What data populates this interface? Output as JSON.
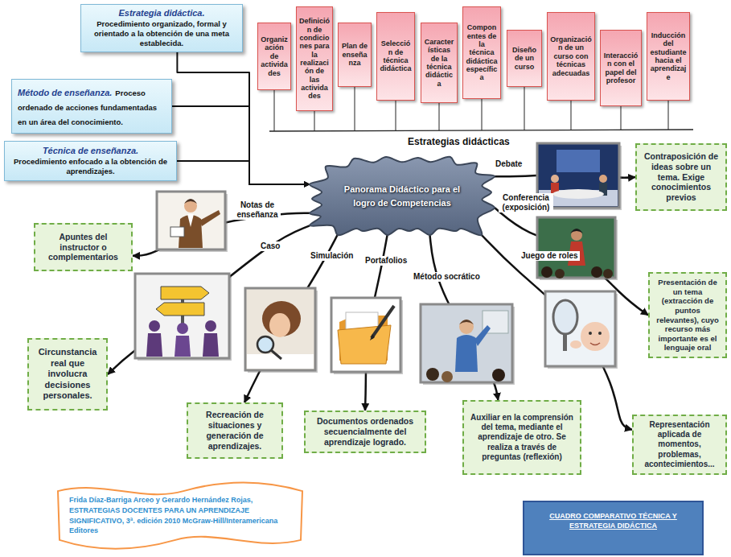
{
  "diagram": {
    "nodes": [
      {
        "text": [
          "Estrategia didáctica.",
          "Procedimiento organizado, formal y orientado a la obtención de una meta establecida."
        ]
      },
      {
        "text": [
          "Método de enseñanza.",
          "Proceso ordenado de acciones fundamentadas en un área del conocimiento."
        ]
      },
      {
        "text": [
          "Técnica de enseñanza.",
          "Procedimiento enfocado a la obtención de aprendizajes."
        ]
      },
      {
        "text": [
          "Organización de actividades"
        ]
      },
      {
        "text": [
          "Definición de condiciones para la realización de las actividades"
        ]
      },
      {
        "text": [
          "Plan de enseñanza"
        ]
      },
      {
        "text": [
          "Selección de técnica didáctica"
        ]
      },
      {
        "text": [
          "Características de la técnica didáctica"
        ]
      },
      {
        "text": [
          "Componentes de la técnica didáctica específica"
        ]
      },
      {
        "text": [
          "Diseño de un curso"
        ]
      },
      {
        "text": [
          "Organización de un curso con técnicas adecuadas"
        ]
      },
      {
        "text": [
          "Interacción con el papel del profesor"
        ]
      },
      {
        "text": [
          "Inducción del estudiante hacia el aprendizaje"
        ]
      },
      {
        "text": [
          "Panorama Didáctico para el logro de Competencias"
        ]
      },
      {
        "text": [
          "Apuntes del instructor o complementarios"
        ]
      },
      {
        "text": [
          "Contraposición de ideas sobre un tema. Exige conocimientos previos"
        ]
      },
      {
        "text": [
          "Presentación de un tema (extracción de puntos relevantes), cuyo recurso más importante es el lenguaje oral"
        ]
      },
      {
        "text": [
          "Circunstancia real que involucra decisiones personales."
        ]
      },
      {
        "text": [
          "Recreación de situaciones y generación de aprendizajes."
        ]
      },
      {
        "text": [
          "Documentos ordenados secuencialmente del aprendizaje logrado."
        ]
      },
      {
        "text": [
          "Auxiliar en la comprensión del tema, mediante el aprendizaje de otro. Se realiza a través de preguntas (reflexión)"
        ]
      },
      {
        "text": [
          "Representación aplicada de momentos, problemas, acontecimientos..."
        ]
      },
      {
        "text": [
          "Frida Díaz-Barriga Arceo y Gerardo Hernández Rojas, ESTRATEGIAS DOCENTES PARA UN APRENDIZAJE SIGNIFICATIVO, 3ª. edición 2010 McGraw-Hill/Interamericana Editores"
        ]
      },
      {
        "text": [
          "CUADRO COMPARATIVO TÉCNICA Y ESTRATEGIA DIDÁCTICA"
        ]
      }
    ],
    "edges": [
      {
        "from": 0,
        "to": 13,
        "arrow": "to"
      },
      {
        "from": 1,
        "to": 13,
        "arrow": "to"
      },
      {
        "from": 2,
        "to": 13,
        "arrow": "to"
      },
      {
        "from": 13,
        "to": 14,
        "label": "Notas de enseñanza",
        "arrow": "to"
      },
      {
        "from": 13,
        "to": 15,
        "label": "Debate",
        "arrow": "to"
      },
      {
        "from": 13,
        "to": 16,
        "label": "Conferencia (exposición)",
        "arrow": "to"
      },
      {
        "from": 13,
        "to": 17,
        "label": "Caso",
        "arrow": "to"
      },
      {
        "from": 13,
        "to": 18,
        "label": "Simulación",
        "arrow": "to"
      },
      {
        "from": 13,
        "to": 19,
        "label": "Portafolios",
        "arrow": "to"
      },
      {
        "from": 13,
        "to": 20,
        "label": "Método socrático",
        "arrow": "to"
      },
      {
        "from": 13,
        "to": 21,
        "label": "Juego de roles",
        "arrow": "to"
      }
    ],
    "labels": [
      "Estrategias didácticas"
    ]
  }
}
